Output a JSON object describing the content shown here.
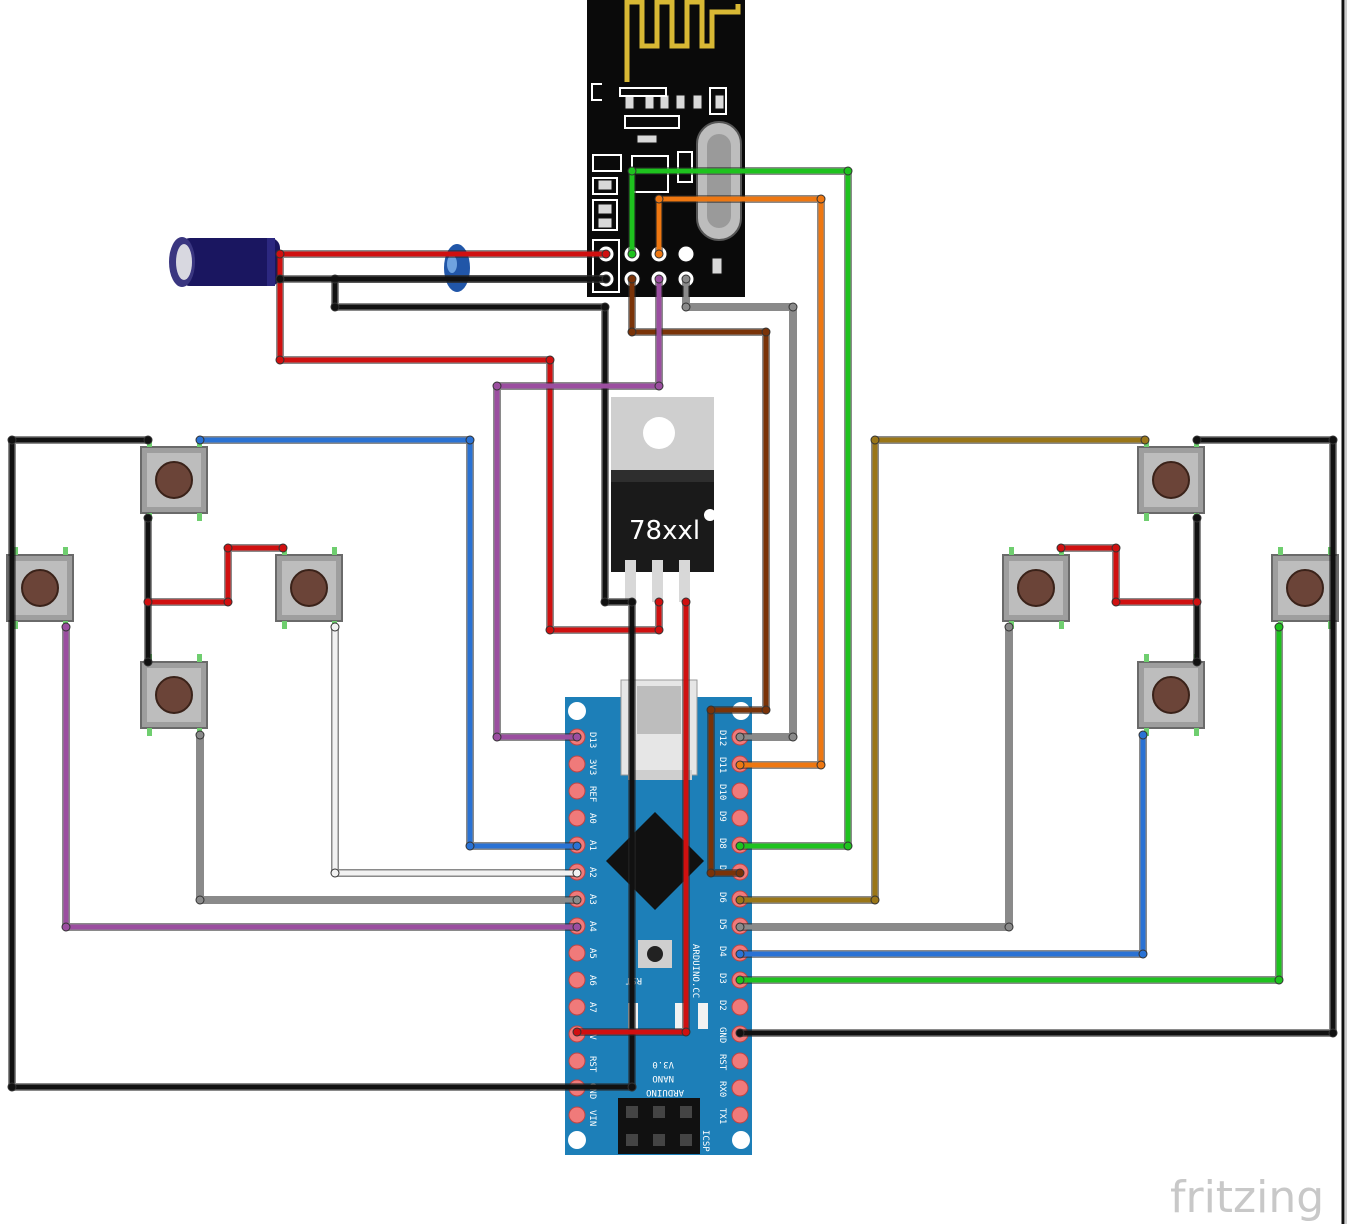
{
  "diagram": {
    "regulator_label": "78xxl",
    "arduino_labels": {
      "left_pins": [
        "D13",
        "3V3",
        "REF",
        "A0",
        "A1",
        "A2",
        "A3",
        "A4",
        "A5",
        "A6",
        "A7",
        "5V",
        "RST",
        "GND",
        "VIN"
      ],
      "right_pins": [
        "D12",
        "D11",
        "D10",
        "D9",
        "D8",
        "D7",
        "D6",
        "D5",
        "D4",
        "D3",
        "D2",
        "GND",
        "RST",
        "RX0",
        "TX1"
      ],
      "board_text": [
        "ARDUINO",
        "NANO",
        "V3.0"
      ],
      "rst_label": "RST",
      "icsp_label": "ICSP",
      "side_label": "ARDUINO.CC"
    },
    "watermark": "fritzing",
    "colors": {
      "red": "#d01010",
      "black": "#111111",
      "green": "#1ec21e",
      "orange": "#ee7711",
      "gray": "#8a8a8a",
      "brown": "#7a3308",
      "purple": "#9b4ea0",
      "blue": "#2a72d4",
      "white": "#f2f2f2",
      "olive": "#9a7618",
      "pcb_blue": "#1d7fb8",
      "nrf_black": "#0a0a0a"
    }
  }
}
